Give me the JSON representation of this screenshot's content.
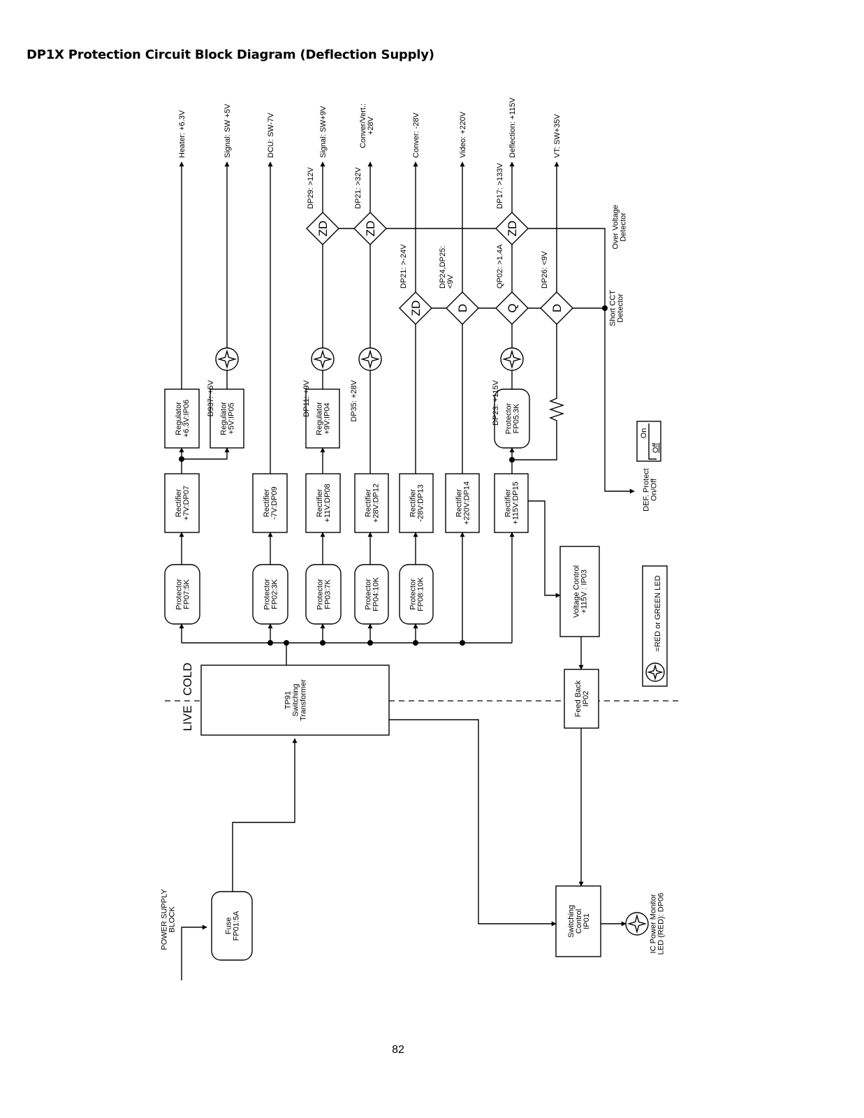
{
  "title": "DP1X Protection Circuit Block Diagram (Deflection Supply)",
  "page_number": "82",
  "outputs": [
    {
      "id": "o1",
      "text": [
        "Heater: +6.3V"
      ]
    },
    {
      "id": "o2",
      "text": [
        "Signal: SW +5V"
      ]
    },
    {
      "id": "o3",
      "text": [
        "DCU: SW-7V"
      ]
    },
    {
      "id": "o4",
      "text": [
        "Signal: SW+9V"
      ]
    },
    {
      "id": "o5",
      "text": [
        "Conver/Vert.:",
        "+28V"
      ]
    },
    {
      "id": "o6",
      "text": [
        "Conver: -28V"
      ]
    },
    {
      "id": "o7",
      "text": [
        "Video: +220V"
      ]
    },
    {
      "id": "o8",
      "text": [
        "Deflection: +115V"
      ]
    },
    {
      "id": "o9",
      "text": [
        "VT: SW+35V"
      ]
    }
  ],
  "blocks": [
    {
      "id": "prot1",
      "text": [
        "Protector",
        "FP07:5K"
      ]
    },
    {
      "id": "prot2",
      "text": [
        "Protector",
        "FP02:3K"
      ]
    },
    {
      "id": "prot3",
      "text": [
        "Protector",
        "FP03:7K"
      ]
    },
    {
      "id": "prot4",
      "text": [
        "Protector",
        "FP04:10K"
      ]
    },
    {
      "id": "prot5",
      "text": [
        "Protector",
        "FP08:10K"
      ]
    },
    {
      "id": "rect1",
      "text": [
        "Rectifier",
        "+7V:DP07"
      ]
    },
    {
      "id": "rect2",
      "text": [
        "Rectifier",
        "-7V:DP09"
      ]
    },
    {
      "id": "rect3",
      "text": [
        "Rectifier",
        "+11V:DP08"
      ]
    },
    {
      "id": "rect4",
      "text": [
        "Rectifier",
        "+28V:DP12"
      ]
    },
    {
      "id": "rect5",
      "text": [
        "Rectifier",
        "-28V:DP13"
      ]
    },
    {
      "id": "rect6",
      "text": [
        "Rectifier",
        "+220V:DP14"
      ]
    },
    {
      "id": "rect7",
      "text": [
        "Rectifier",
        "+115V:DP15"
      ]
    },
    {
      "id": "reg1",
      "text": [
        "Regulator",
        "+6.3V:IP06"
      ]
    },
    {
      "id": "reg2",
      "text": [
        "Regulator",
        "+5V:IP05"
      ]
    },
    {
      "id": "reg3",
      "text": [
        "Regulator",
        "+9V:IP04"
      ]
    },
    {
      "id": "prot6",
      "text": [
        "Protector",
        "FP05:3K"
      ]
    },
    {
      "id": "vctl",
      "text": [
        "Voltage Control",
        "+115V : IP03"
      ]
    },
    {
      "id": "fb",
      "text": [
        "Feed Back",
        "IP02"
      ]
    },
    {
      "id": "sw",
      "text": [
        "Switching",
        "Control",
        "IP01"
      ]
    },
    {
      "id": "tf",
      "text": [
        "TP91",
        "Switching",
        "Transformer"
      ]
    },
    {
      "id": "fuse",
      "text": [
        "Fuse",
        "FP01:5A"
      ]
    }
  ],
  "detectors": [
    {
      "id": "zd1",
      "symbol": "ZD",
      "text": [
        "DP29: >12V"
      ]
    },
    {
      "id": "zd2",
      "symbol": "ZD",
      "text": [
        "DP21: >32V"
      ]
    },
    {
      "id": "zd3",
      "symbol": "ZD",
      "text": [
        "DP17: >133V"
      ]
    },
    {
      "id": "zd4",
      "symbol": "ZD",
      "text": [
        "DP21: >-24V"
      ]
    },
    {
      "id": "d1",
      "symbol": "D",
      "text": [
        "DP24,DP25:",
        "<9V"
      ]
    },
    {
      "id": "q1",
      "symbol": "Q",
      "text": [
        "QP02: >1.4A"
      ]
    },
    {
      "id": "d2",
      "symbol": "D",
      "text": [
        "DP26: <9V"
      ]
    }
  ],
  "leds": [
    {
      "id": "led1",
      "text": [
        "D937: +5V"
      ]
    },
    {
      "id": "led2",
      "text": [
        "DP11: +9V"
      ]
    },
    {
      "id": "led3",
      "text": [
        "DP35: +28V"
      ]
    },
    {
      "id": "led4",
      "text": [
        "DP23: +115V"
      ]
    },
    {
      "id": "led5",
      "text": [
        "IC Power Monitor",
        "LED (RED): DP06"
      ]
    }
  ],
  "labels": [
    {
      "id": "ovd",
      "text": [
        "Over Voltage",
        "Detector"
      ]
    },
    {
      "id": "scd",
      "text": [
        "Short CCT",
        "Detector"
      ]
    },
    {
      "id": "defp",
      "text": [
        "DEF. Protect",
        "On/Off"
      ]
    },
    {
      "id": "psb",
      "text": [
        "POWER SUPPLY",
        "BLOCK"
      ]
    },
    {
      "id": "legend",
      "text": [
        "=RED or GREEN LED"
      ]
    }
  ],
  "switch_labels": {
    "on": "On",
    "off": "Off"
  },
  "zones": {
    "live": "LIVE",
    "cold": "COLD"
  }
}
